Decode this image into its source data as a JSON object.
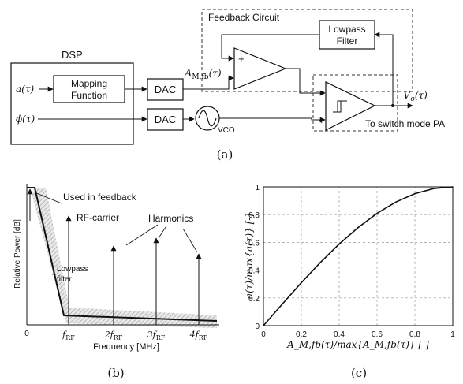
{
  "block_diagram": {
    "caption": "(a)",
    "dsp_label": "DSP",
    "mapping_line1": "Mapping",
    "mapping_line2": "Function",
    "input_a": "a(τ)",
    "input_phi": "ϕ(τ)",
    "dac1": "DAC",
    "dac2": "DAC",
    "vco": "VCO",
    "a_m_fb": "A",
    "a_m_fb_sub": "M,fb",
    "a_m_fb_arg": "(τ)",
    "feedback_circuit": "Feedback Circuit",
    "lowpass_line1": "Lowpass",
    "lowpass_line2": "Filter",
    "vo": "V",
    "vo_sub": "o",
    "vo_arg": "(τ)",
    "to_pa": "To switch mode PA",
    "plus1": "+",
    "minus1": "−",
    "minus2": "−",
    "plus2": "+"
  },
  "spectrum": {
    "caption": "(b)",
    "ylabel": "Relative Power [dB]",
    "xlabel": "Frequency [MHz]",
    "zero": "0",
    "used_in_feedback": "Used in feedback",
    "rf_carrier": "RF-carrier",
    "harmonics": "Harmonics",
    "lowpass_line1": "Lowpass",
    "lowpass_line2": "filter",
    "ticks": [
      {
        "coef": "",
        "sub": "RF"
      },
      {
        "coef": "2",
        "sub": "RF"
      },
      {
        "coef": "3",
        "sub": "RF"
      },
      {
        "coef": "4",
        "sub": "RF"
      }
    ]
  },
  "chart_data": {
    "type": "line",
    "caption": "(c)",
    "xlabel": "A_M,fb(τ)/max{A_M,fb(τ)} [-]",
    "ylabel": "a(τ)/max{a(τ)} [-]",
    "xlim": [
      0,
      1
    ],
    "ylim": [
      0,
      1
    ],
    "grid": true,
    "x_ticks": [
      "0",
      "0.2",
      "0.4",
      "0.6",
      "0.8",
      "1"
    ],
    "y_ticks": [
      "0",
      "0.2",
      "0.4",
      "0.6",
      "0.8",
      "1"
    ],
    "series": [
      {
        "x": [
          0,
          0.1,
          0.2,
          0.3,
          0.4,
          0.5,
          0.6,
          0.7,
          0.8,
          0.9,
          1.0
        ],
        "y": [
          0,
          0.156,
          0.309,
          0.454,
          0.588,
          0.707,
          0.809,
          0.891,
          0.951,
          0.988,
          1.0
        ]
      }
    ]
  }
}
